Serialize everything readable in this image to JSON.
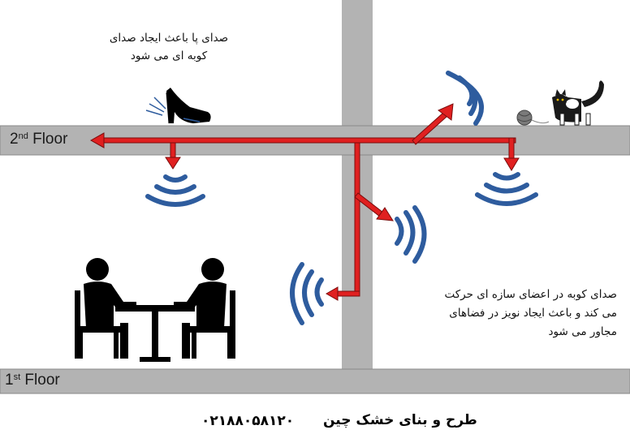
{
  "labels": {
    "footstep_caption_line1": "صدای پا باعث ایجاد صدای",
    "footstep_caption_line2": "کوبه ای می شود",
    "structure_caption_line1": "صدای کوبه در اعضای سازه ای حرکت",
    "structure_caption_line2": "می کند و باعث ایجاد نویز در فضاهای",
    "structure_caption_line3": "مجاور می شود",
    "floor_2_num": "2",
    "floor_2_sup": "nd",
    "floor_2_word": "Floor",
    "floor_1_num": "1",
    "floor_1_sup": "st",
    "floor_1_word": "Floor"
  },
  "footer": {
    "brand": "طرح و بنای خشک چین",
    "phone": "۰۲۱۸۸۰۵۸۱۲۰"
  },
  "colors": {
    "slab": "#b3b3b3",
    "slab_edge": "#777777",
    "arrow": "#e02020",
    "arrow_edge": "#7a0c0c",
    "wave": "#2e5c9e",
    "figure": "#000000"
  },
  "icons": [
    "high-heel-shoe-icon",
    "cat-icon",
    "yarn-ball-icon",
    "sound-wave-icon",
    "person-seated-icon",
    "table-icon",
    "chair-icon"
  ]
}
